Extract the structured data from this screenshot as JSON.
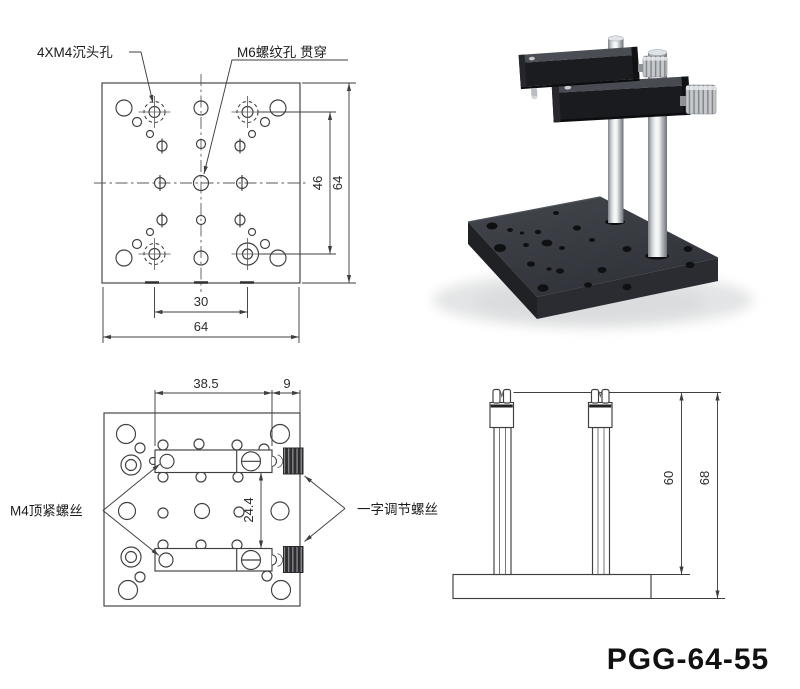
{
  "product": {
    "model": "PGG-64-55"
  },
  "top_view": {
    "labels": {
      "countersunk": "4XM4沉头孔",
      "threaded": "M6螺纹孔 贯穿"
    },
    "dims": {
      "inner_width": "30",
      "outer_width": "64",
      "inner_height": "46",
      "outer_height": "64"
    }
  },
  "clamp_view": {
    "labels": {
      "set_screw": "M4顶紧螺丝",
      "adjust_screw": "一字调节螺丝"
    },
    "dims": {
      "bar_length": "38.5",
      "screw_offset": "9",
      "bar_gap": "24.4"
    }
  },
  "side_view": {
    "dims": {
      "rod_height": "60",
      "total_height": "68"
    }
  },
  "colors": {
    "drawing_line": "#3f3f3f",
    "product_black": "#1a1c1f",
    "chrome": "#e8eaec"
  }
}
